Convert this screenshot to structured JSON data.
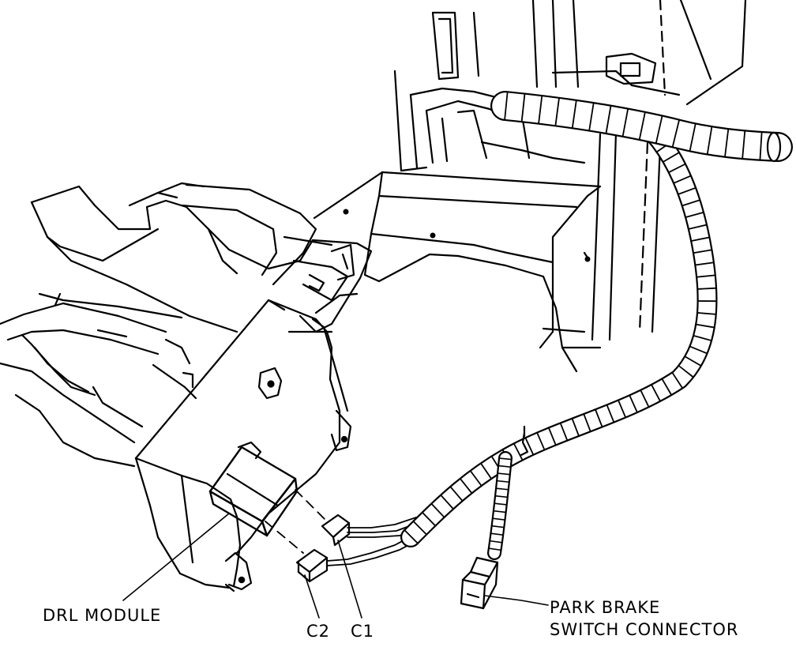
{
  "diagram": {
    "line_color": "#000000",
    "background": "#ffffff",
    "labels": {
      "drl_module": "DRL MODULE",
      "c2": "C2",
      "c1": "C1",
      "park_brake_line1": "PARK BRAKE",
      "park_brake_line2": "SWITCH CONNECTOR"
    }
  }
}
